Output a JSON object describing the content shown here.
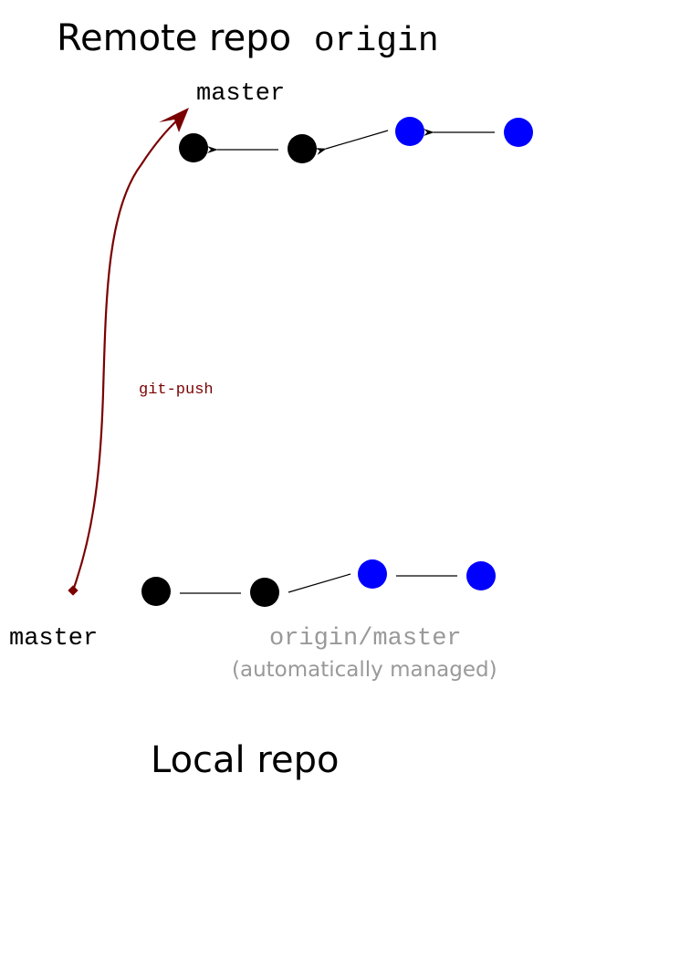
{
  "remote": {
    "title_text": "Remote repo",
    "title_name": "origin",
    "branch_label": "master"
  },
  "local": {
    "title": "Local repo",
    "branch_label": "master",
    "tracking_label": "origin/master",
    "tracking_note": "(automatically managed)"
  },
  "action": {
    "label": "git-push"
  },
  "colors": {
    "existing_commit": "#000000",
    "new_commit": "#0000ff",
    "push_arrow": "#7a0000",
    "tracking_text": "#999999"
  }
}
